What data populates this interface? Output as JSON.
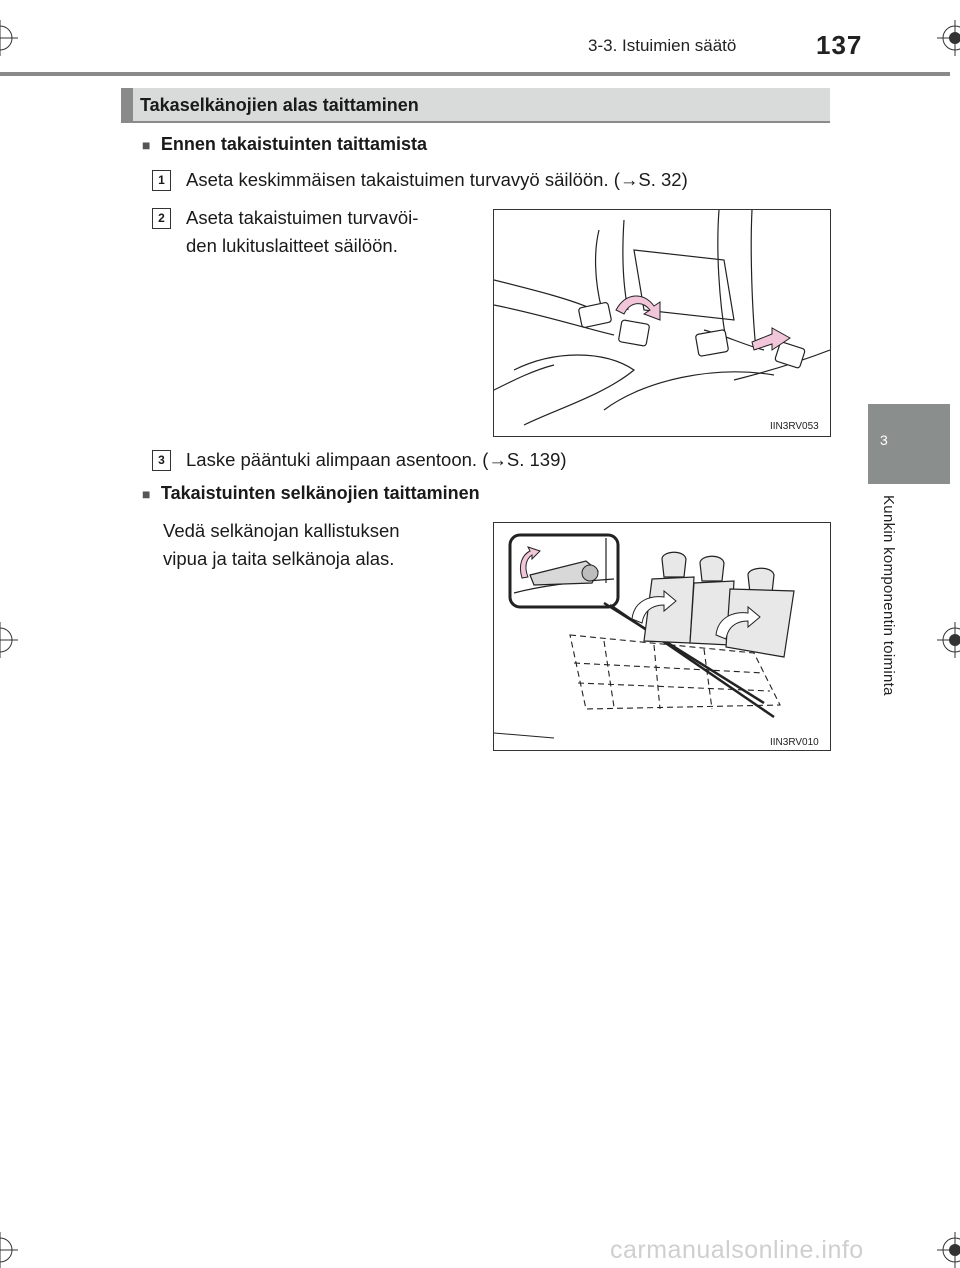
{
  "header": {
    "section": "3-3. Istuimien säätö",
    "page_number": "137"
  },
  "side_tab": {
    "chapter_number": "3",
    "chapter_title": "Kunkin komponentin toiminta"
  },
  "section": {
    "title": "Takaselkänojien alas taittaminen"
  },
  "subsection1": {
    "title": "Ennen takaistuinten taittamista",
    "steps": [
      {
        "number": "1",
        "text": "Aseta keskimmäisen takaistuimen turvavyö säilöön. (→S. 32)"
      },
      {
        "number": "2",
        "line1": "Aseta  takaistuimen  turvavöi-",
        "line2": "den lukituslaitteet säilöön."
      },
      {
        "number": "3",
        "text": "Laske pääntuki alimpaan asentoon. (→S. 139)"
      }
    ],
    "figure_code": "IIN3RV053"
  },
  "subsection2": {
    "title": "Takaistuinten selkänojien taittaminen",
    "line1": "Vedä  selkänojan  kallistuksen",
    "line2": "vipua ja taita selkänoja alas.",
    "figure_code": "IIN3RV010"
  },
  "watermark": "carmanualsonline.info",
  "colors": {
    "accent_gray": "#8a8a8a",
    "title_bg": "#d9dbda",
    "arrow_pink": "#f2c6d9"
  }
}
